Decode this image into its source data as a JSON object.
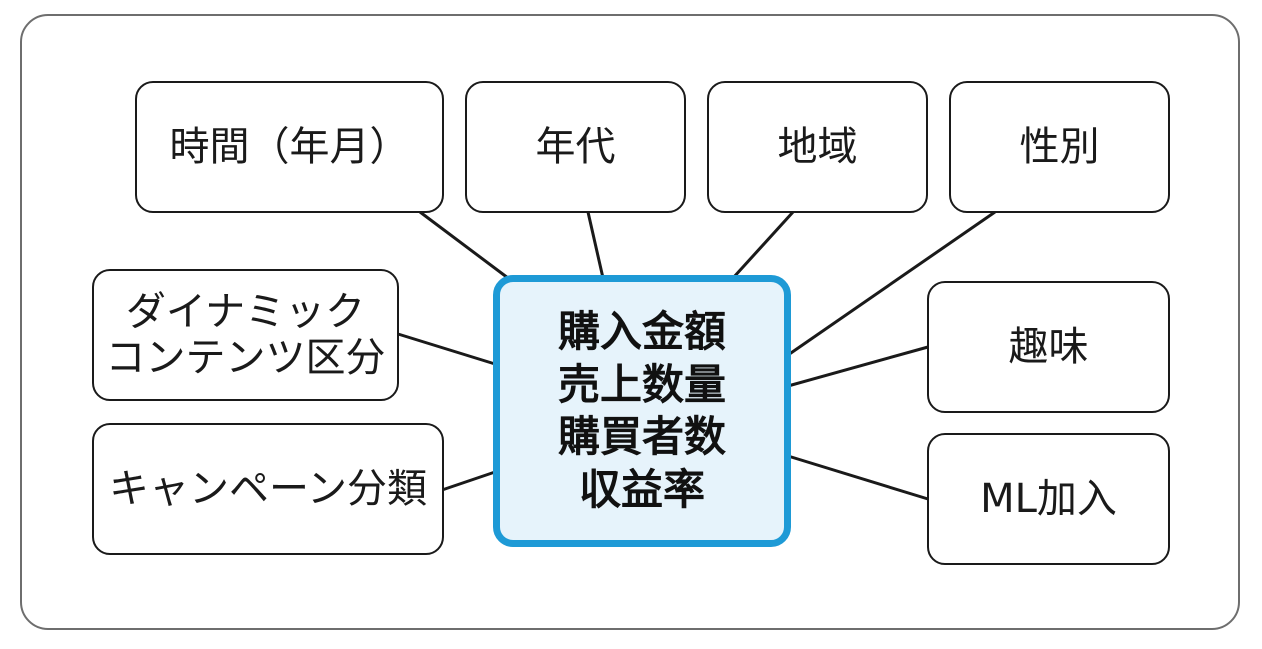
{
  "diagram": {
    "center": {
      "label": "購入金額\n売上数量\n購買者数\n収益率"
    },
    "nodes": [
      {
        "id": "time",
        "label": "時間（年月）"
      },
      {
        "id": "age",
        "label": "年代"
      },
      {
        "id": "region",
        "label": "地域"
      },
      {
        "id": "gender",
        "label": "性別"
      },
      {
        "id": "content",
        "label": "ダイナミック\nコンテンツ区分"
      },
      {
        "id": "campaign",
        "label": "キャンペーン分類"
      },
      {
        "id": "hobby",
        "label": "趣味"
      },
      {
        "id": "ml",
        "label": "ML加入"
      }
    ]
  },
  "colors": {
    "center_border": "#1e9ad6",
    "center_fill": "#e6f3fb",
    "node_border": "#1a1a1a",
    "frame_border": "#6e6e6e"
  }
}
